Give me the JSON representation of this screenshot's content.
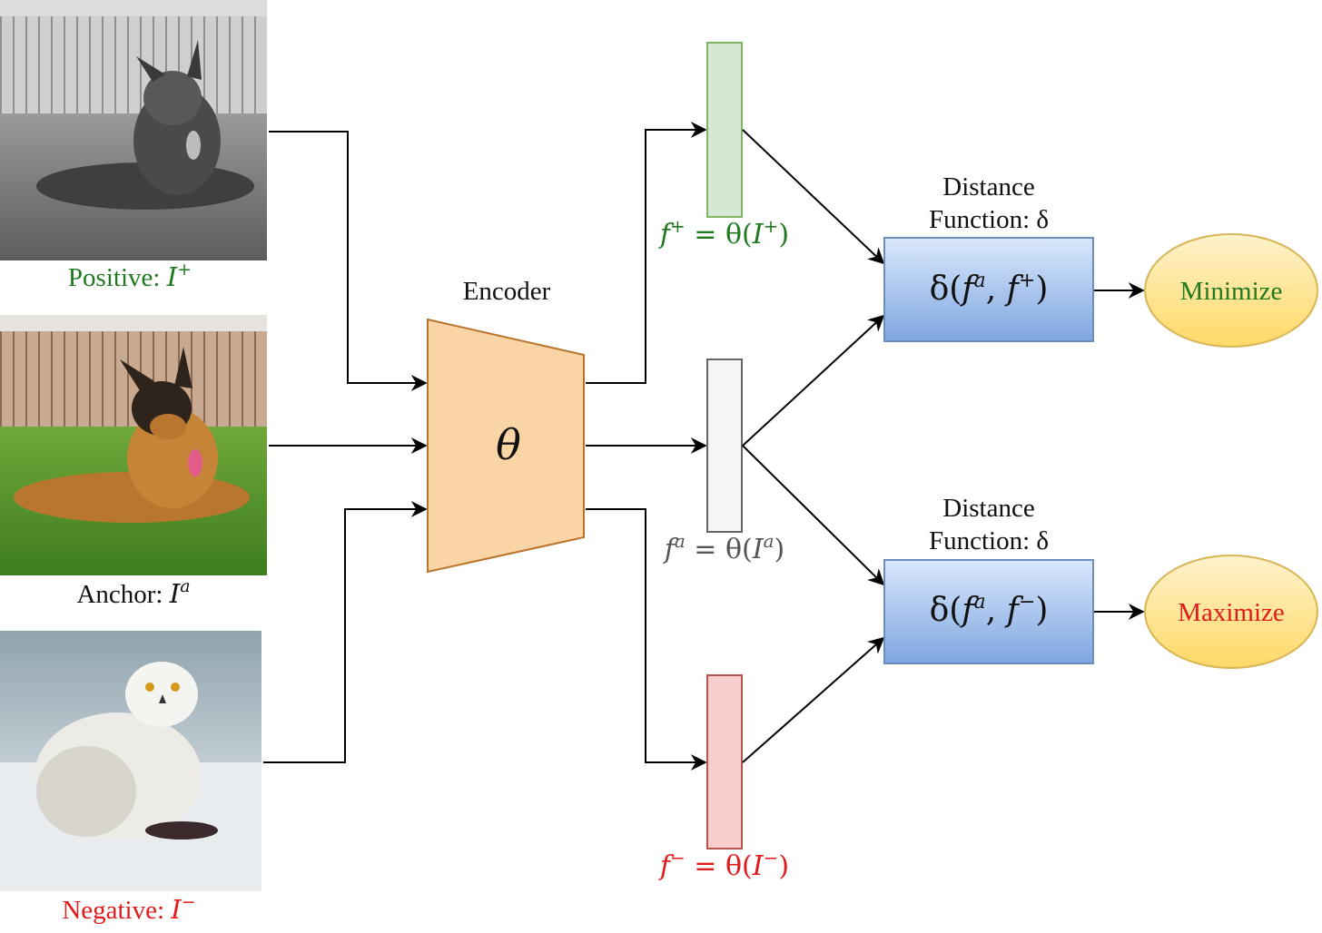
{
  "colors": {
    "positive": "#1f7a1f",
    "anchor": "#111111",
    "negative": "#e01b1b",
    "feature_text_gray": "#555555",
    "encoder_fill": "#f9d4a5",
    "encoder_stroke": "#b8742c",
    "pos_feat_fill": "#d5e8d4",
    "pos_feat_stroke": "#82b366",
    "anc_feat_fill": "#f5f5f5",
    "anc_feat_stroke": "#666666",
    "neg_feat_fill": "#f8cecc",
    "neg_feat_stroke": "#b85450",
    "dist_fill_top": "#dae8fc",
    "dist_fill_bottom": "#7ea6e0",
    "dist_stroke": "#6c8ebf",
    "ellipse_fill_top": "#fff2cc",
    "ellipse_fill_bottom": "#ffd966",
    "ellipse_stroke": "#d6b656"
  },
  "images": {
    "positive": {
      "label": "Positive: ",
      "symbol": "I",
      "sup": "+",
      "subject": "grayscale-german-shepherd-photo"
    },
    "anchor": {
      "label": "Anchor: ",
      "symbol": "I",
      "sup": "a",
      "subject": "color-german-shepherd-photo"
    },
    "negative": {
      "label": "Negative: ",
      "symbol": "I",
      "sup": "−",
      "subject": "snowy-owl-photo"
    }
  },
  "encoder": {
    "title": "Encoder",
    "symbol": "θ"
  },
  "features": {
    "positive": {
      "f": "f",
      "sup": "+",
      "eq": " = θ(",
      "I": "I",
      "isup": "+",
      "close": ")"
    },
    "anchor": {
      "f": "f",
      "sup": "a",
      "eq": " = θ(",
      "I": "I",
      "isup": "a",
      "close": ")"
    },
    "negative": {
      "f": "f",
      "sup": "−",
      "eq": " = θ(",
      "I": "I",
      "isup": "−",
      "close": ")"
    }
  },
  "distance_top": {
    "title_line1": "Distance",
    "title_line2": "Function: δ",
    "expr_open": "δ(",
    "f1": "f",
    "s1": "a",
    "comma": ", ",
    "f2": "f",
    "s2": "+",
    "expr_close": ")"
  },
  "distance_bottom": {
    "title_line1": "Distance",
    "title_line2": "Function: δ",
    "expr_open": "δ(",
    "f1": "f",
    "s1": "a",
    "comma": ", ",
    "f2": "f",
    "s2": "−",
    "expr_close": ")"
  },
  "outcomes": {
    "minimize": "Minimize",
    "maximize": "Maximize"
  }
}
